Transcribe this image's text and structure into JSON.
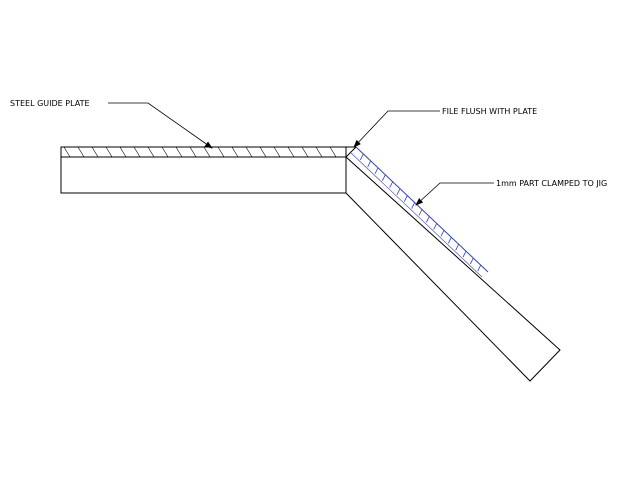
{
  "labels": {
    "guide_plate": "STEEL GUIDE PLATE",
    "file_flush": "FILE FLUSH WITH PLATE",
    "part_clamped": "1mm PART CLAMPED TO JIG"
  },
  "colors": {
    "line": "#000000",
    "part_hatch": "#3344aa",
    "background": "#ffffff"
  }
}
